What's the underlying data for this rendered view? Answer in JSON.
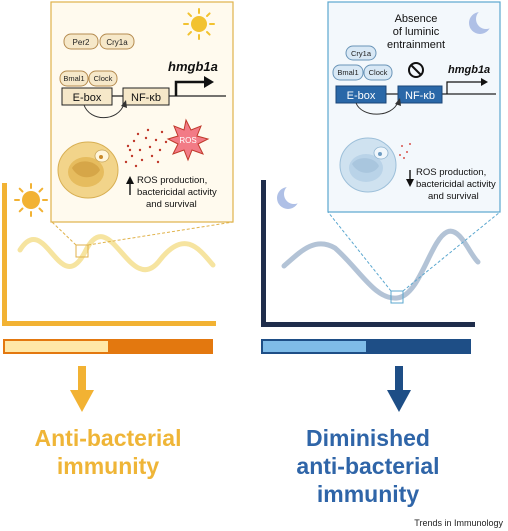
{
  "colors": {
    "day_orange": "#F2B233",
    "day_dark_orange": "#E3780F",
    "day_pale": "#FFE8A8",
    "day_wave": "#F6E4A0",
    "night_navy": "#1F2D4B",
    "night_blue": "#2A68A8",
    "night_light_blue": "#7FBCE8",
    "night_wave": "#B3C3D6",
    "night_panel_border": "#5BA7CF",
    "night_panel_bg": "#F3F8FC",
    "day_panel_bg": "#FFFAEE",
    "box_fill": "#F6E8C9",
    "box_stroke": "#B58B4F",
    "night_box_fill": "#D8E8F5",
    "night_box_stroke": "#6A95B8",
    "ros_red": "#C0392B",
    "ros_pink": "#F27B86",
    "blue_arrow": "#1E4E86",
    "label_orange": "#EFB537",
    "label_blue": "#2F65A8"
  },
  "icons": {
    "day_sun": "sun-icon",
    "night_moon": "moon-icon",
    "no_entry": "prohibited-icon",
    "cell": "macrophage-icon",
    "ros_burst": "ros-burst-icon"
  },
  "day": {
    "panel": {
      "proteins_top": [
        "Per2",
        "Cry1a"
      ],
      "proteins_bottom": [
        "Bmal1",
        "Clock"
      ],
      "ebox": "E-box",
      "nfkb": "NF-κb",
      "gene": "hmgb1a",
      "ros": "ROS",
      "effect_lines": [
        "ROS production,",
        "bactericidal activity",
        "and survival"
      ],
      "effect_direction": "up"
    },
    "bar_progress_fraction": 0.5,
    "outcome_lines": [
      "Anti-bacterial",
      "immunity"
    ]
  },
  "night": {
    "panel": {
      "header_lines": [
        "Absence",
        "of luminic",
        "entrainment"
      ],
      "proteins_top": [
        "Cry1a"
      ],
      "proteins_bottom": [
        "Bmal1",
        "Clock"
      ],
      "ebox": "E-box",
      "nfkb": "NF-κb",
      "gene": "hmgb1a",
      "effect_lines": [
        "ROS production,",
        "bactericidal activity",
        "and survival"
      ],
      "effect_direction": "down"
    },
    "bar_progress_fraction": 0.5,
    "outcome_lines": [
      "Diminished",
      "anti-bacterial",
      "immunity"
    ]
  },
  "footer": {
    "credit": "Trends in Immunology"
  }
}
